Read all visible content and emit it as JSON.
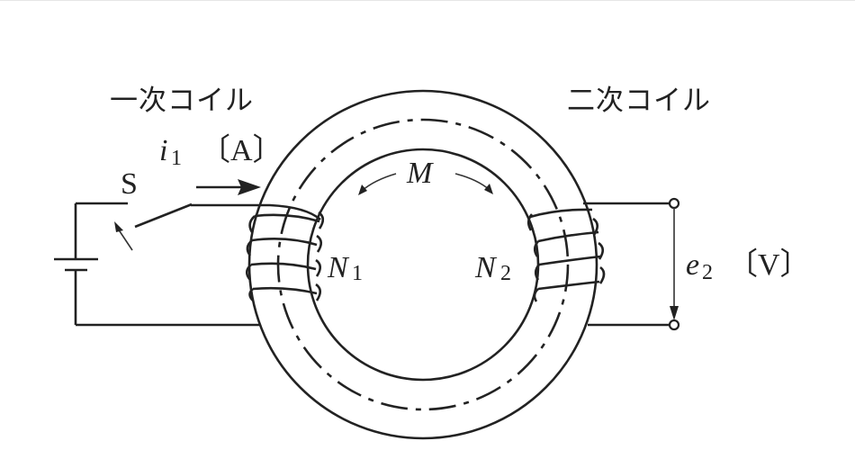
{
  "figure": {
    "primary_coil_label": "一次コイル",
    "secondary_coil_label": "二次コイル",
    "current_symbol": "i",
    "current_subscript": "1",
    "current_unit": "〔A〕",
    "switch_label": "S",
    "mutual_inductance_label": "M",
    "primary_turns_symbol": "N",
    "primary_turns_subscript": "1",
    "secondary_turns_symbol": "N",
    "secondary_turns_subscript": "2",
    "emf_symbol": "e",
    "emf_subscript": "2",
    "emf_unit": "〔V〕"
  },
  "colors": {
    "line": "#222222",
    "background": "#ffffff"
  }
}
